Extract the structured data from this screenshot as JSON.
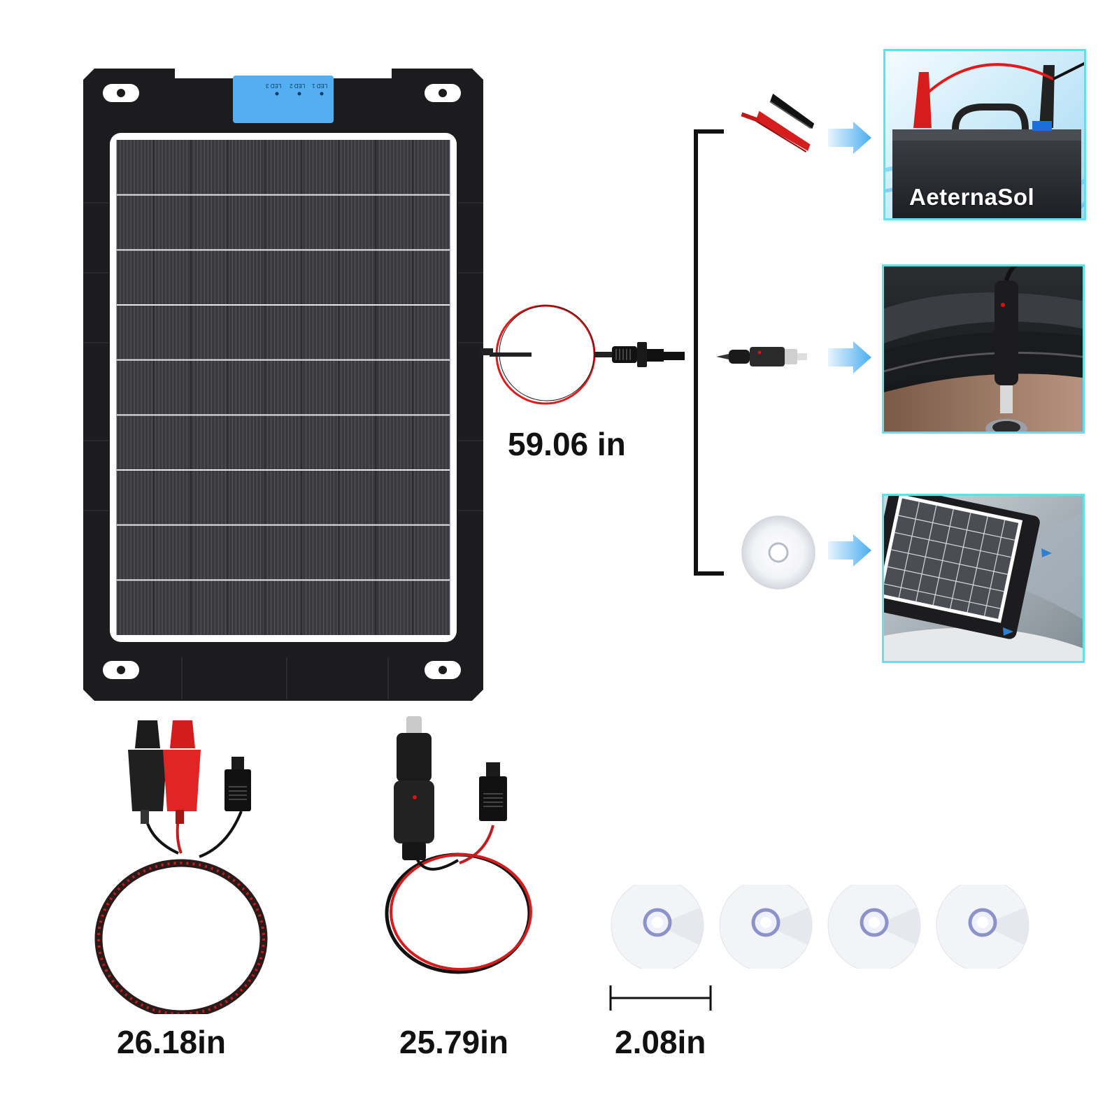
{
  "panel": {
    "led_labels": [
      "LED 3",
      "LED 2",
      "LED 1"
    ],
    "led_color": "#54aff0",
    "frame_color": "#1c1c1e"
  },
  "measurements": {
    "panel_cable": "59.06 in",
    "clip_cable": "26.18in",
    "lighter_cable": "25.79in",
    "suction_cup": "2.08in"
  },
  "accessories": {
    "count_suction_cups": 4
  },
  "scenes": {
    "battery_brand": "AeternaSol",
    "frame_color": "#5fe0ea"
  },
  "icons": [
    "alligator-clips-icon",
    "cigarette-lighter-plug-icon",
    "suction-cup-icon",
    "arrow-right-icon"
  ]
}
